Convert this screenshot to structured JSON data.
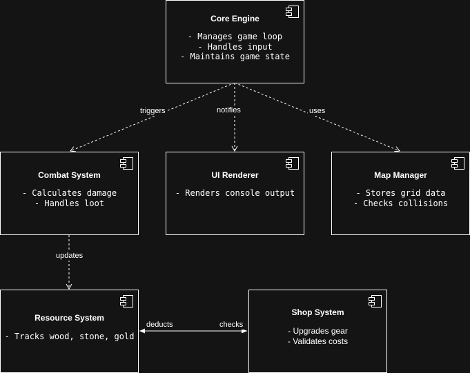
{
  "components": {
    "core_engine": {
      "title": "Core Engine",
      "lines": [
        "- Manages game loop",
        "- Handles input",
        "- Maintains game state"
      ]
    },
    "combat_system": {
      "title": "Combat System",
      "lines": [
        "- Calculates damage",
        "- Handles loot"
      ]
    },
    "ui_renderer": {
      "title": "UI Renderer",
      "lines": [
        "- Renders console output"
      ]
    },
    "map_manager": {
      "title": "Map Manager",
      "lines": [
        "- Stores grid data",
        "- Checks collisions"
      ]
    },
    "resource_system": {
      "title": "Resource System",
      "lines": [
        "- Tracks wood, stone, gold"
      ]
    },
    "shop_system": {
      "title": "Shop System",
      "lines": [
        "- Upgrades gear",
        "- Validates costs"
      ]
    }
  },
  "edges": {
    "core_to_combat": "triggers",
    "core_to_ui": "notifies",
    "core_to_map": "uses",
    "combat_to_resource": "updates",
    "resource_to_shop": "deducts",
    "shop_to_resource": "checks"
  },
  "colors": {
    "background": "#141414",
    "stroke": "#ffffff"
  },
  "icon": "component-icon"
}
